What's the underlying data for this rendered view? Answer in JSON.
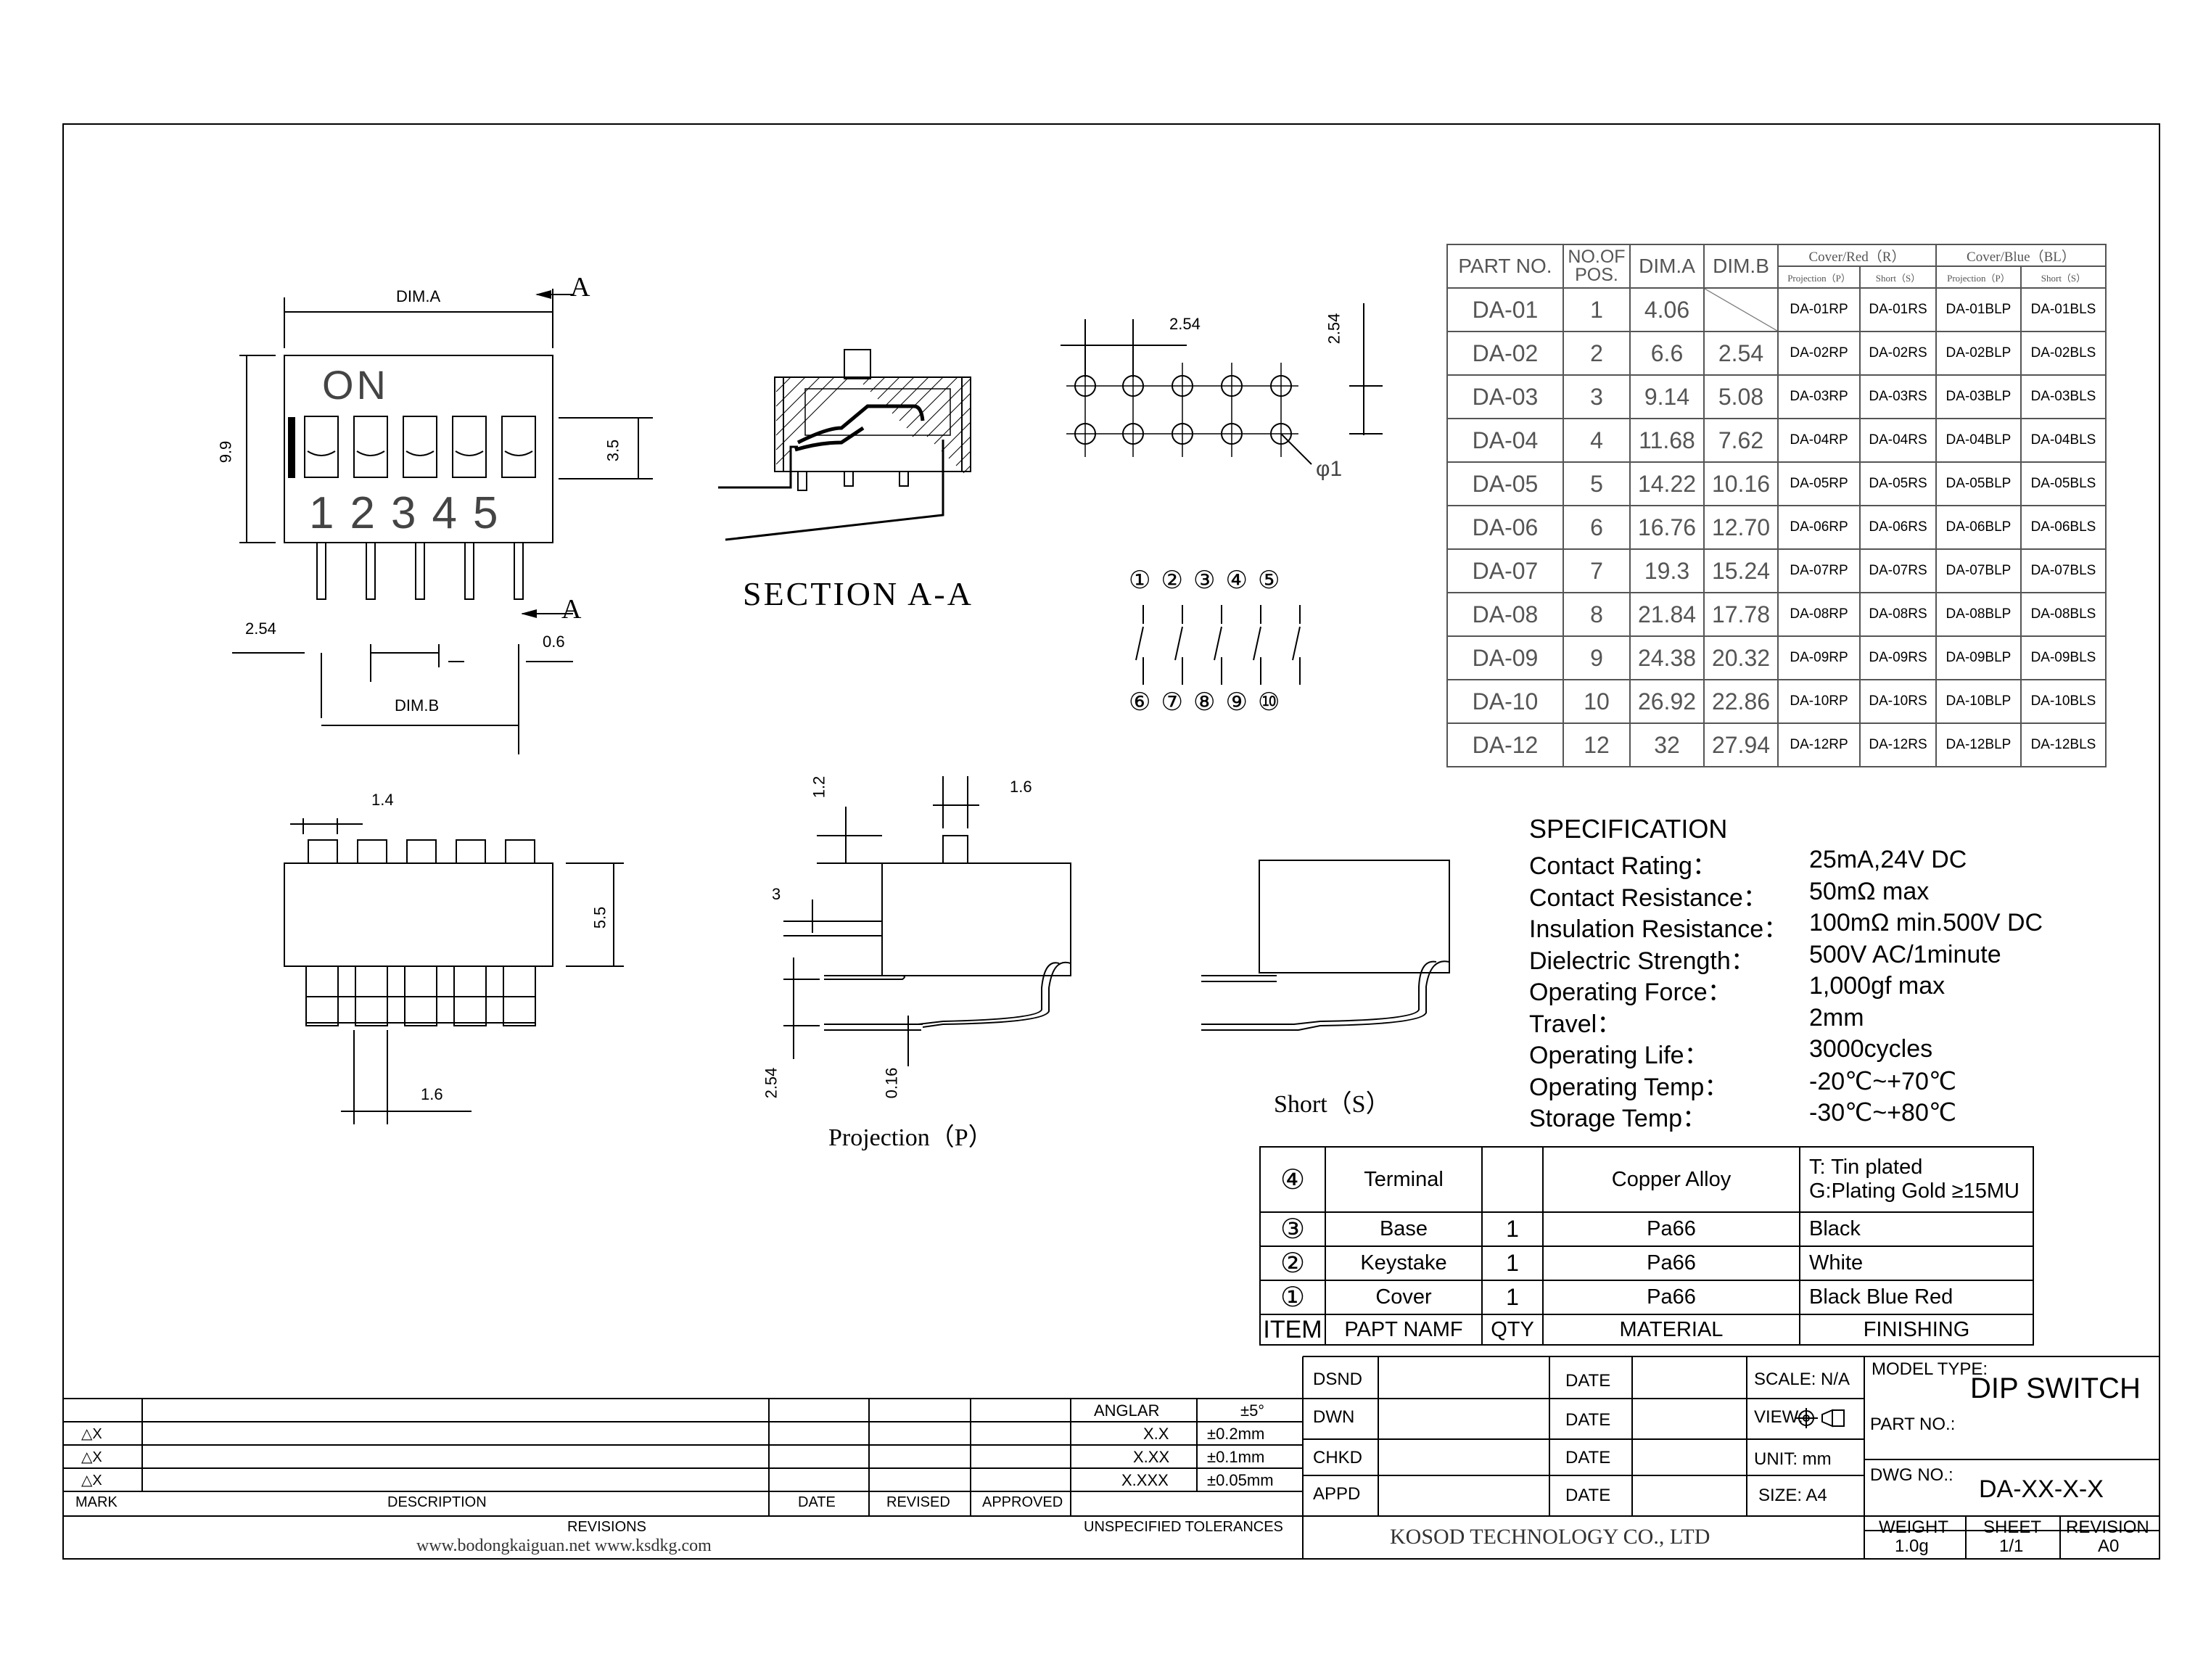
{
  "drawing": {
    "dim_a": "DIM.A",
    "dim_b": "DIM.B",
    "section_mark": "A",
    "on_label": "ON",
    "pos_numbers": [
      "1",
      "2",
      "3",
      "4",
      "5"
    ],
    "dims": {
      "h_99": "9.9",
      "h_35": "3.5",
      "p_254": "2.54",
      "w_06": "0.6",
      "w_14": "1.4",
      "h_55": "5.5",
      "w_16": "1.6",
      "h_12": "1.2",
      "w_16b": "1.6",
      "h_3": "3",
      "h_254": "2.54",
      "h_016": "0.16",
      "pcb_254a": "2.54",
      "pcb_254b": "2.54",
      "pcb_hole": "φ1"
    },
    "section_title": "SECTION A-A",
    "projection_title": "Projection（P）",
    "short_title": "Short（S）",
    "circuit_top": [
      "①",
      "②",
      "③",
      "④",
      "⑤"
    ],
    "circuit_bottom": [
      "⑥",
      "⑦",
      "⑧",
      "⑨",
      "⑩"
    ]
  },
  "parts_table": {
    "headers": {
      "part_no": "PART NO.",
      "no_of_pos": "NO.OF POS.",
      "dim_a": "DIM.A",
      "dim_b": "DIM.B",
      "cover_red": "Cover/Red（R）",
      "cover_blue": "Cover/Blue（BL）",
      "projection_p": "Projection（P）",
      "short_s": "Short（S）"
    },
    "rows": [
      {
        "part": "DA-01",
        "pos": "1",
        "a": "4.06",
        "b": "",
        "rp": "DA-01RP",
        "rs": "DA-01RS",
        "blp": "DA-01BLP",
        "bls": "DA-01BLS"
      },
      {
        "part": "DA-02",
        "pos": "2",
        "a": "6.6",
        "b": "2.54",
        "rp": "DA-02RP",
        "rs": "DA-02RS",
        "blp": "DA-02BLP",
        "bls": "DA-02BLS"
      },
      {
        "part": "DA-03",
        "pos": "3",
        "a": "9.14",
        "b": "5.08",
        "rp": "DA-03RP",
        "rs": "DA-03RS",
        "blp": "DA-03BLP",
        "bls": "DA-03BLS"
      },
      {
        "part": "DA-04",
        "pos": "4",
        "a": "11.68",
        "b": "7.62",
        "rp": "DA-04RP",
        "rs": "DA-04RS",
        "blp": "DA-04BLP",
        "bls": "DA-04BLS"
      },
      {
        "part": "DA-05",
        "pos": "5",
        "a": "14.22",
        "b": "10.16",
        "rp": "DA-05RP",
        "rs": "DA-05RS",
        "blp": "DA-05BLP",
        "bls": "DA-05BLS"
      },
      {
        "part": "DA-06",
        "pos": "6",
        "a": "16.76",
        "b": "12.70",
        "rp": "DA-06RP",
        "rs": "DA-06RS",
        "blp": "DA-06BLP",
        "bls": "DA-06BLS"
      },
      {
        "part": "DA-07",
        "pos": "7",
        "a": "19.3",
        "b": "15.24",
        "rp": "DA-07RP",
        "rs": "DA-07RS",
        "blp": "DA-07BLP",
        "bls": "DA-07BLS"
      },
      {
        "part": "DA-08",
        "pos": "8",
        "a": "21.84",
        "b": "17.78",
        "rp": "DA-08RP",
        "rs": "DA-08RS",
        "blp": "DA-08BLP",
        "bls": "DA-08BLS"
      },
      {
        "part": "DA-09",
        "pos": "9",
        "a": "24.38",
        "b": "20.32",
        "rp": "DA-09RP",
        "rs": "DA-09RS",
        "blp": "DA-09BLP",
        "bls": "DA-09BLS"
      },
      {
        "part": "DA-10",
        "pos": "10",
        "a": "26.92",
        "b": "22.86",
        "rp": "DA-10RP",
        "rs": "DA-10RS",
        "blp": "DA-10BLP",
        "bls": "DA-10BLS"
      },
      {
        "part": "DA-12",
        "pos": "12",
        "a": "32",
        "b": "27.94",
        "rp": "DA-12RP",
        "rs": "DA-12RS",
        "blp": "DA-12BLP",
        "bls": "DA-12BLS"
      }
    ]
  },
  "specification": {
    "title": "SPECIFICATION",
    "items": [
      {
        "label": "Contact  Rating：",
        "value": "25mA,24V DC"
      },
      {
        "label": "Contact  Resistance：",
        "value": "50mΩ max"
      },
      {
        "label": "Insulation Resistance：",
        "value": "100mΩ min.500V DC"
      },
      {
        "label": "Dielectric  Strength：",
        "value": "500V AC/1minute"
      },
      {
        "label": "Operating Force：",
        "value": "1,000gf max"
      },
      {
        "label": "Travel：",
        "value": "2mm"
      },
      {
        "label": "Operating Life：",
        "value": "3000cycles"
      },
      {
        "label": "Operating Temp：",
        "value": "-20℃~+70℃"
      },
      {
        "label": "Storage Temp：",
        "value": "-30℃~+80℃"
      }
    ]
  },
  "bom": {
    "rows": [
      {
        "item": "④",
        "name": "Terminal",
        "qty": "",
        "material": "Copper Alloy",
        "finish1": "T: Tin plated",
        "finish2": "G:Plating Gold ≥15MU"
      },
      {
        "item": "③",
        "name": "Base",
        "qty": "1",
        "material": "Pa66",
        "finish1": "Black",
        "finish2": ""
      },
      {
        "item": "②",
        "name": "Keystake",
        "qty": "1",
        "material": "Pa66",
        "finish1": "White",
        "finish2": ""
      },
      {
        "item": "①",
        "name": "Cover",
        "qty": "1",
        "material": "Pa66",
        "finish1": "Black   Blue  Red",
        "finish2": ""
      }
    ],
    "header": {
      "item": "ITEM",
      "name": "PAPT NAMF",
      "qty": "QTY",
      "material": "MATERIAL",
      "finish": "FINISHING"
    }
  },
  "revisions": {
    "marks": [
      "△X",
      "△X",
      "△X"
    ],
    "headers": {
      "mark": "MARK",
      "description": "DESCRIPTION",
      "date": "DATE",
      "revised": "REVISED",
      "approved": "APPROVED",
      "revisions": "REVISIONS"
    },
    "tolerances": {
      "anglar": "ANGLAR",
      "anglar_v": "±5°",
      "xx_1": "X.X",
      "xx_1v": "±0.2mm",
      "xx_2": "X.XX",
      "xx_2v": "±0.1mm",
      "xx_3": "X.XXX",
      "xx_3v": "±0.05mm",
      "title": "UNSPECIFIED TOLERANCES"
    },
    "websites": "www.bodongkaiguan.net      www.ksdkg.com"
  },
  "title_block": {
    "dsnd": "DSND",
    "dwn": "DWN",
    "chkd": "CHKD",
    "appd": "APPD",
    "date": "DATE",
    "scale": "SCALE: N/A",
    "view": "VIEW:",
    "unit": "UNIT: mm",
    "size": "SIZE: A4",
    "model_type_label": "MODEL TYPE:",
    "model_type": "DIP SWITCH",
    "part_no_label": "PART NO.:",
    "dwg_no_label": "DWG NO.:",
    "dwg_no": "DA-XX-X-X",
    "company": "KOSOD TECHNOLOGY CO., LTD",
    "weight_label": "WEIGHT",
    "weight": "1.0g",
    "sheet_label": "SHEET",
    "sheet": "1/1",
    "revision_label": "REVISION",
    "revision": "A0"
  }
}
